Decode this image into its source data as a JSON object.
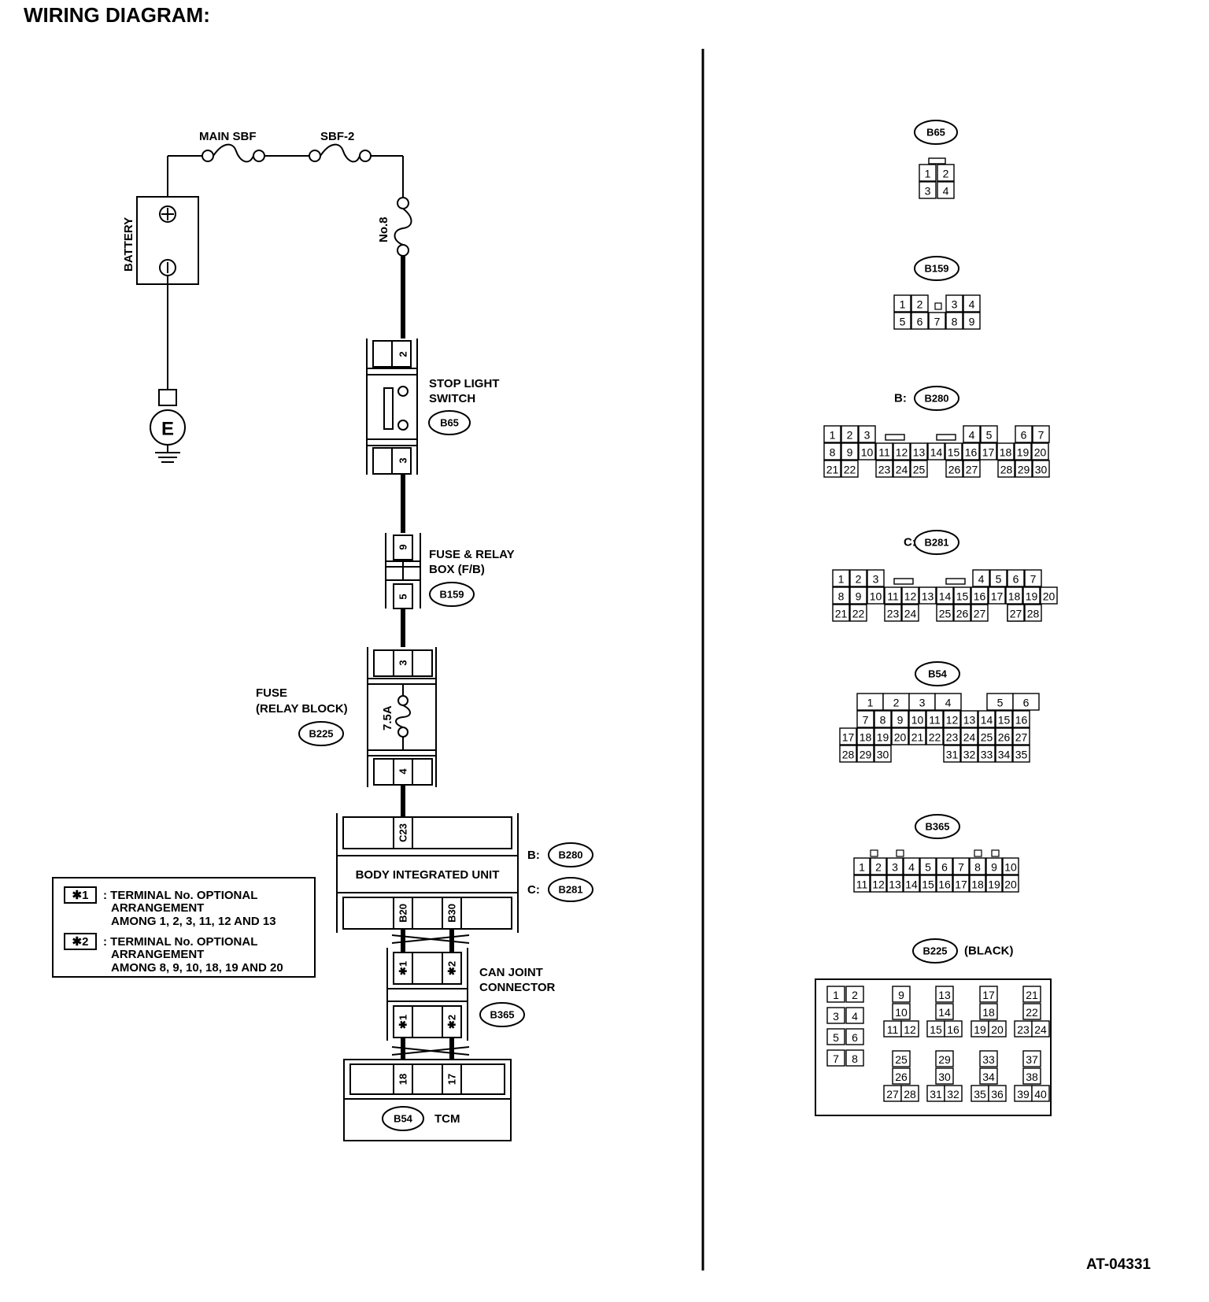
{
  "header": {
    "title": "WIRING DIAGRAM:",
    "figure_id": "AT-04331"
  },
  "left_circuit": {
    "main_sbf": "MAIN SBF",
    "sbf2": "SBF-2",
    "battery": "BATTERY",
    "plus_symbol": "⊕",
    "minus_symbol": "⊖",
    "ground": "E",
    "fuse_no8": "No.8",
    "stop_light_switch": {
      "line1": "STOP LIGHT",
      "line2": "SWITCH",
      "connector": "B65",
      "top_pin": "2",
      "bottom_pin": "3"
    },
    "fuse_relay_box": {
      "line1": "FUSE & RELAY",
      "line2": "BOX (F/B)",
      "connector": "B159",
      "top_pin": "9",
      "bottom_pin": "5"
    },
    "fuse_relay_block": {
      "line1": "FUSE",
      "line2": "(RELAY BLOCK)",
      "connector": "B225",
      "rating": "7.5A",
      "top_pin": "3",
      "bottom_pin": "4"
    },
    "body_integrated_unit": {
      "label": "BODY INTEGRATED UNIT",
      "pin_top": "C23",
      "pin_b20": "B20",
      "pin_b30": "B30",
      "conn_b_prefix": "B:",
      "conn_b": "B280",
      "conn_c_prefix": "C:",
      "conn_c": "B281"
    },
    "can_joint": {
      "line1": "CAN JOINT",
      "line2": "CONNECTOR",
      "connector": "B365",
      "pin1": "✱1",
      "pin2": "✱2"
    },
    "tcm": {
      "connector": "B54",
      "label": "TCM",
      "pin18": "18",
      "pin17": "17"
    }
  },
  "legend": [
    {
      "key": "✱1",
      "line1": ": TERMINAL No. OPTIONAL",
      "line2": "ARRANGEMENT",
      "line3": "AMONG 1, 2, 3, 11, 12  AND 13"
    },
    {
      "key": "✱2",
      "line1": ": TERMINAL No. OPTIONAL",
      "line2": "ARRANGEMENT",
      "line3": "AMONG 8, 9, 10, 18, 19  AND 20"
    }
  ],
  "connector_views": {
    "b65": {
      "name": "B65",
      "cells": [
        "1",
        "2",
        "3",
        "4"
      ]
    },
    "b159": {
      "name": "B159",
      "cells": [
        "1",
        "2",
        "3",
        "4",
        "5",
        "6",
        "7",
        "8",
        "9"
      ]
    },
    "b280": {
      "prefix": "B:",
      "name": "B280",
      "cells": [
        "1",
        "2",
        "3",
        "4",
        "5",
        "6",
        "7",
        "8",
        "9",
        "10",
        "11",
        "12",
        "13",
        "14",
        "15",
        "16",
        "17",
        "18",
        "19",
        "20",
        "21",
        "22",
        "23",
        "24",
        "25",
        "26",
        "27",
        "28",
        "29",
        "30"
      ]
    },
    "b281": {
      "prefix": "C:",
      "name": "B281",
      "cells": [
        "1",
        "2",
        "3",
        "4",
        "5",
        "6",
        "7",
        "8",
        "9",
        "10",
        "11",
        "12",
        "13",
        "14",
        "15",
        "16",
        "17",
        "18",
        "19",
        "20",
        "21",
        "22",
        "23",
        "24",
        "25",
        "26",
        "27",
        "28"
      ]
    },
    "b54": {
      "name": "B54",
      "cells": [
        "1",
        "2",
        "3",
        "4",
        "5",
        "6",
        "7",
        "8",
        "9",
        "10",
        "11",
        "12",
        "13",
        "14",
        "15",
        "16",
        "17",
        "18",
        "19",
        "20",
        "21",
        "22",
        "23",
        "24",
        "25",
        "26",
        "27",
        "28",
        "29",
        "30",
        "31",
        "32",
        "33",
        "34",
        "35"
      ]
    },
    "b365": {
      "name": "B365",
      "cells": [
        "1",
        "2",
        "3",
        "4",
        "5",
        "6",
        "7",
        "8",
        "9",
        "10",
        "11",
        "12",
        "13",
        "14",
        "15",
        "16",
        "17",
        "18",
        "19",
        "20"
      ]
    },
    "b225": {
      "name": "B225",
      "suffix": "(BLACK)",
      "cells": [
        "1",
        "2",
        "3",
        "4",
        "5",
        "6",
        "7",
        "8",
        "9",
        "10",
        "11",
        "12",
        "13",
        "14",
        "15",
        "16",
        "17",
        "18",
        "19",
        "20",
        "21",
        "22",
        "23",
        "24",
        "25",
        "26",
        "27",
        "28",
        "29",
        "30",
        "31",
        "32",
        "33",
        "34",
        "35",
        "36",
        "37",
        "38",
        "39",
        "40"
      ]
    }
  }
}
